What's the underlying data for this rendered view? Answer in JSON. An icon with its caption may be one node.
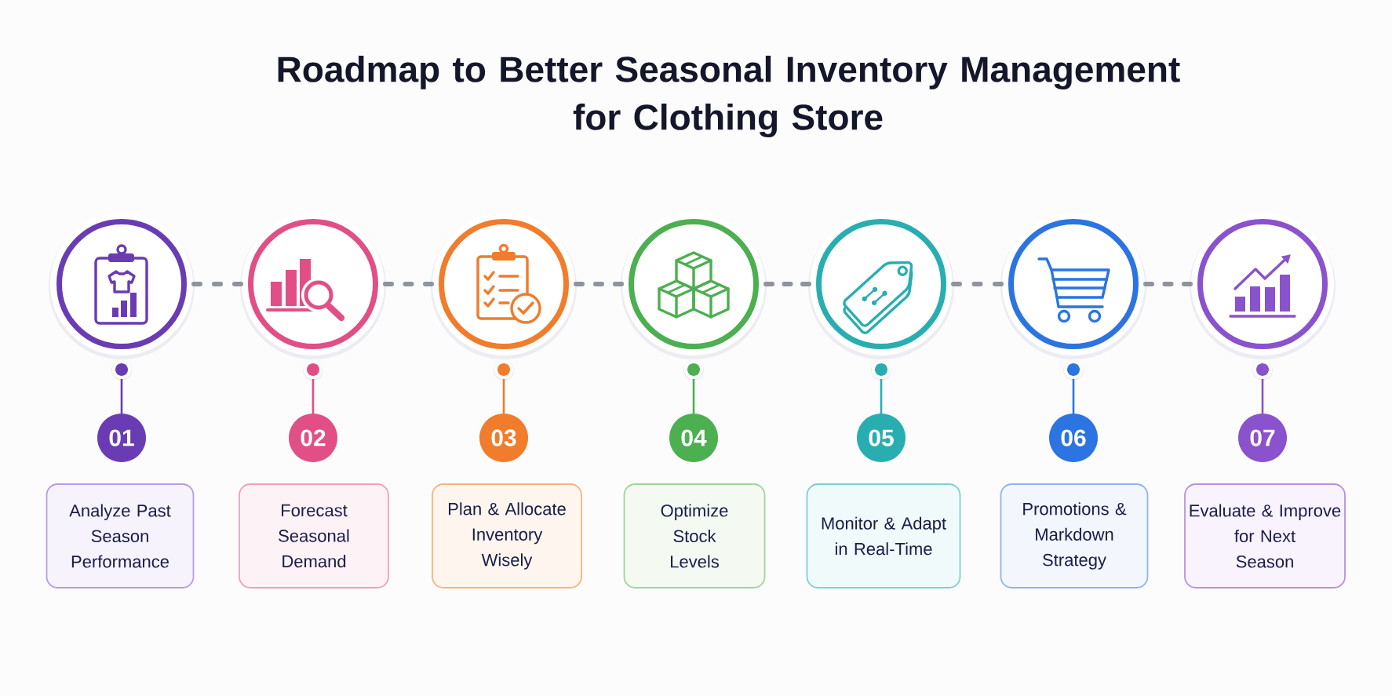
{
  "diagram": {
    "title": "Roadmap to Better Seasonal Inventory Management for Clothing Store",
    "nodes": [
      {
        "text": [],
        "shape": "circle"
      },
      {
        "text": [],
        "shape": "circle"
      },
      {
        "text": [
          "01"
        ]
      },
      {
        "text": [
          "Analyze Past Season Performance"
        ]
      },
      {
        "text": [],
        "shape": "circle"
      },
      {
        "text": [],
        "shape": "circle"
      },
      {
        "text": [
          "02"
        ]
      },
      {
        "text": [
          "Forecast Seasonal Demand"
        ]
      },
      {
        "text": [],
        "shape": "circle"
      },
      {
        "text": [],
        "shape": "circle"
      },
      {
        "text": [
          "03"
        ]
      },
      {
        "text": [
          "Plan & Allocate Inventory Wisely"
        ]
      },
      {
        "text": [],
        "shape": "circle"
      },
      {
        "text": [],
        "shape": "circle"
      },
      {
        "text": [
          "04"
        ]
      },
      {
        "text": [
          "Optimize Stock Levels"
        ]
      },
      {
        "text": [],
        "shape": "circle"
      },
      {
        "text": [],
        "shape": "circle"
      },
      {
        "text": [
          "05"
        ]
      },
      {
        "text": [
          "Monitor & Adapt in Real-Time"
        ]
      },
      {
        "text": [],
        "shape": "circle"
      },
      {
        "text": [],
        "shape": "circle"
      },
      {
        "text": [
          "06"
        ]
      },
      {
        "text": [
          "Promotions & Markdown Strategy"
        ]
      },
      {
        "text": [],
        "shape": "circle"
      },
      {
        "text": [],
        "shape": "circle"
      },
      {
        "text": [
          "07"
        ]
      },
      {
        "text": [
          "Evaluate & Improve for Next Season"
        ]
      }
    ],
    "edges": [
      {
        "from": 0,
        "to": 4,
        "arrow": "none",
        "style": "dashed"
      },
      {
        "from": 4,
        "to": 8,
        "arrow": "none",
        "style": "dashed"
      },
      {
        "from": 8,
        "to": 12,
        "arrow": "none",
        "style": "dashed"
      },
      {
        "from": 12,
        "to": 16,
        "arrow": "none",
        "style": "dashed"
      },
      {
        "from": 16,
        "to": 20,
        "arrow": "none",
        "style": "dashed"
      },
      {
        "from": 20,
        "to": 24,
        "arrow": "none",
        "style": "dashed"
      },
      {
        "from": 1,
        "to": 2,
        "arrow": "none",
        "color": "#6a3cb4"
      },
      {
        "from": 5,
        "to": 6,
        "arrow": "none",
        "color": "#e14f86"
      },
      {
        "from": 9,
        "to": 10,
        "arrow": "none",
        "color": "#f07c2c"
      },
      {
        "from": 13,
        "to": 14,
        "arrow": "none",
        "color": "#4caf50"
      },
      {
        "from": 17,
        "to": 18,
        "arrow": "none",
        "color": "#28aeb0"
      },
      {
        "from": 21,
        "to": 22,
        "arrow": "none",
        "color": "#2b74e2"
      },
      {
        "from": 25,
        "to": 26,
        "arrow": "none",
        "color": "#8a52cc"
      }
    ]
  }
}
